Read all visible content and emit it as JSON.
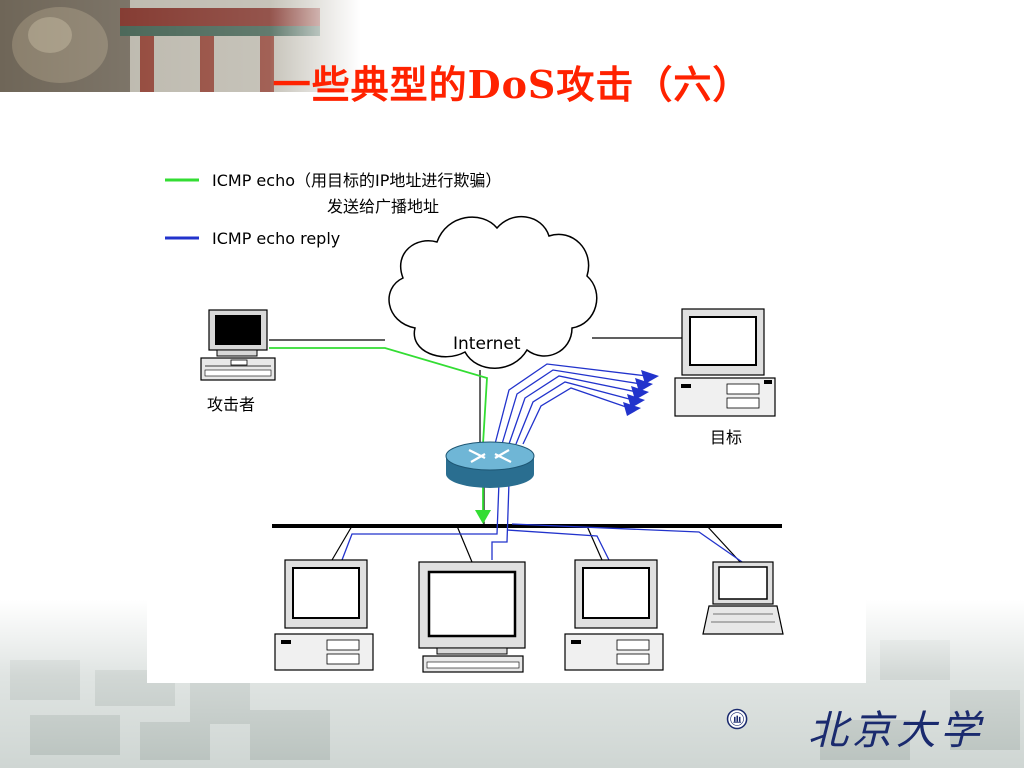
{
  "slide": {
    "title": "一些典型的DoS攻击（六）"
  },
  "legend": {
    "green_line": "ICMP echo（用目标的IP地址进行欺骗）",
    "green_line_2": "发送给广播地址",
    "blue_line": "ICMP echo reply"
  },
  "diagram": {
    "cloud_label": "Internet",
    "attacker_label": "攻击者",
    "target_label": "目标"
  },
  "footer": {
    "university": "北京大学"
  },
  "colors": {
    "title": "#ff2200",
    "echo_line": "#33dd33",
    "reply_line": "#2233cc",
    "router": "#3a8fb8"
  }
}
